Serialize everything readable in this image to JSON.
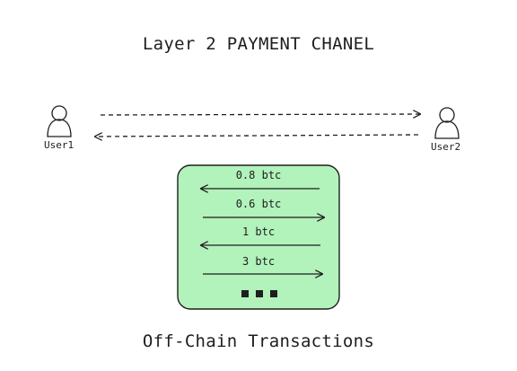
{
  "diagram": {
    "title": "Layer 2 PAYMENT CHANEL",
    "footer": "Off-Chain Transactions",
    "users": [
      {
        "label": "User1",
        "icon": "user-icon"
      },
      {
        "label": "User2",
        "icon": "user-icon"
      }
    ],
    "channel_links": [
      {
        "from": "User1",
        "to": "User2",
        "style": "dashed"
      },
      {
        "from": "User2",
        "to": "User1",
        "style": "dashed"
      }
    ],
    "transactions": [
      {
        "label": "0.8 btc",
        "direction": "left"
      },
      {
        "label": "0.6 btc",
        "direction": "right"
      },
      {
        "label": "1 btc",
        "direction": "left"
      },
      {
        "label": "3 btc",
        "direction": "right"
      }
    ],
    "more_indicator": "ellipsis-squares",
    "colors": {
      "box_fill": "#b2f2bb",
      "stroke": "#1e1e1e"
    }
  }
}
